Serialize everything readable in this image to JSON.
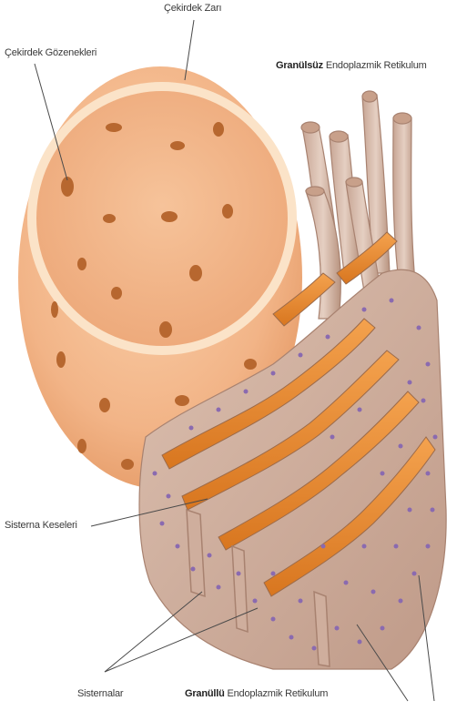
{
  "labels": {
    "nuclear_envelope": "Çekirdek Zarı",
    "nuclear_pores": "Çekirdek Gözenekleri",
    "smooth_er_bold": "Granülsüz",
    "smooth_er_rest": "Endoplazmik Retikulum",
    "cisternae_sacs": "Sisterna Keseleri",
    "cisternae": "Sisternalar",
    "rough_er_bold": "Granüllü",
    "rough_er_rest": "Endoplazmik Retikulum"
  },
  "colors": {
    "nucleus": "#f3b98c",
    "nucleus_rim": "#fbe3c8",
    "pore": "#b7672f",
    "smooth_er": "#d9b8a6",
    "rough_er_outer": "#c9a898",
    "rough_er_inner": "#e68b34",
    "ribosome": "#8a6ab0",
    "leader_line": "#4a4a4a"
  }
}
